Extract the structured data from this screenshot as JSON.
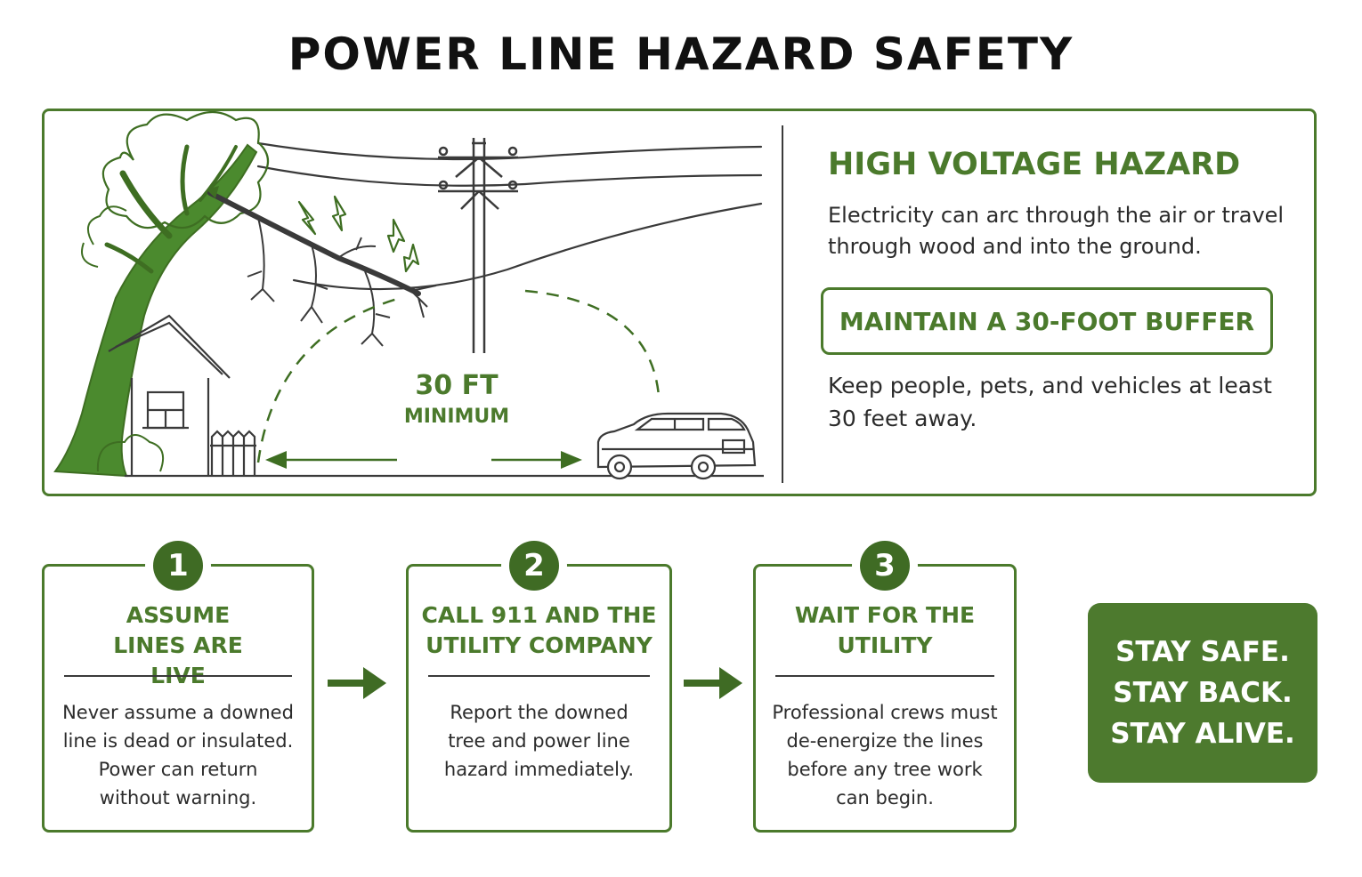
{
  "title": "POWER LINE HAZARD SAFETY",
  "hazard": {
    "title": "HIGH VOLTAGE HAZARD",
    "description": "Electricity can arc through the air or travel through wood and into the ground.",
    "buffer_label": "MAINTAIN A 30-FOOT BUFFER",
    "keep_away": "Keep people, pets, and vehicles at least 30 feet away."
  },
  "illustration": {
    "distance_value": "30 FT",
    "distance_label": "MINIMUM"
  },
  "steps": [
    {
      "number": "1",
      "title": "ASSUME LINES ARE LIVE",
      "description": "Never assume a downed line is dead or insulated. Power can return without warning."
    },
    {
      "number": "2",
      "title": "CALL 911 AND THE UTILITY COMPANY",
      "description": "Report the downed tree and power line hazard immediately."
    },
    {
      "number": "3",
      "title": "WAIT FOR THE UTILITY",
      "description": "Professional crews must de-energize the lines before any tree work can begin."
    }
  ],
  "callout": {
    "lines": [
      "STAY SAFE.",
      "STAY BACK.",
      "STAY ALIVE."
    ]
  },
  "colors": {
    "accent": "#4b7a2c",
    "badge": "#3f6b24",
    "callout_bg": "#4d7a2e",
    "line_art": "#3a3a3a"
  },
  "icons": [
    "tree-icon",
    "house-icon",
    "utility-pole-icon",
    "lightning-bolt-icon",
    "car-icon",
    "arrow-right-icon"
  ]
}
